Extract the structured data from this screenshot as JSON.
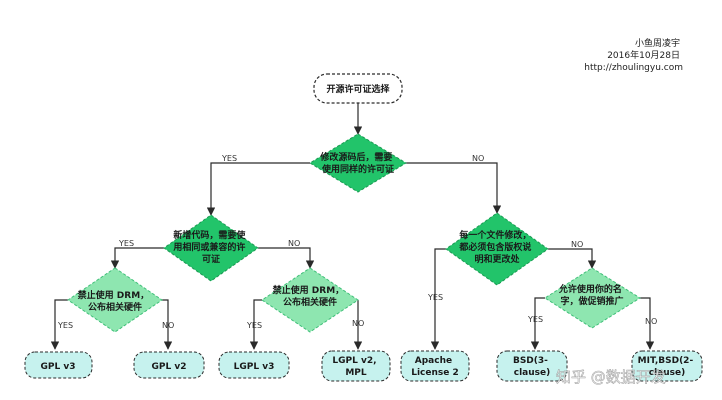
{
  "credit": {
    "author": "小鱼周凌宇",
    "date": "2016年10月28日",
    "url": "http://zhoulingyu.com"
  },
  "start": "开源许可证选择",
  "q_modify_lines": [
    "修改源码后，需要",
    "使用同样的许可证"
  ],
  "q_new_code_lines": [
    "新增代码，需要使",
    "用相同或兼容的许",
    "可证"
  ],
  "q_each_file_lines": [
    "每一个文件修改，",
    "都必须包含版权说",
    "明和更改处"
  ],
  "q_drm_left_lines": [
    "禁止使用 DRM，",
    "公布相关硬件"
  ],
  "q_drm_right_lines": [
    "禁止使用 DRM，",
    "公布相关硬件"
  ],
  "q_name_lines": [
    "允许使用你的名",
    "字，做促销推广"
  ],
  "yes": "YES",
  "no": "NO",
  "results": {
    "gpl_v3": [
      "GPL v3"
    ],
    "gpl_v2": [
      "GPL v2"
    ],
    "lgpl_v3": [
      "LGPL v3"
    ],
    "lgpl_v2_mpl": [
      "LGPL v2,",
      "MPL"
    ],
    "apache": [
      "Apache",
      "License 2"
    ],
    "bsd3": [
      "BSD(3-",
      "clause)"
    ],
    "mit_bsd2": [
      "MIT,BSD(2-",
      "clause)"
    ]
  },
  "watermark": "知乎 @数据开发",
  "colors": {
    "diamond_dark": "#22c46a",
    "diamond_light": "#8ee6b0",
    "result_fill": "#c6f2ee",
    "start_fill": "#ffffff",
    "line": "#2a2a2a"
  }
}
